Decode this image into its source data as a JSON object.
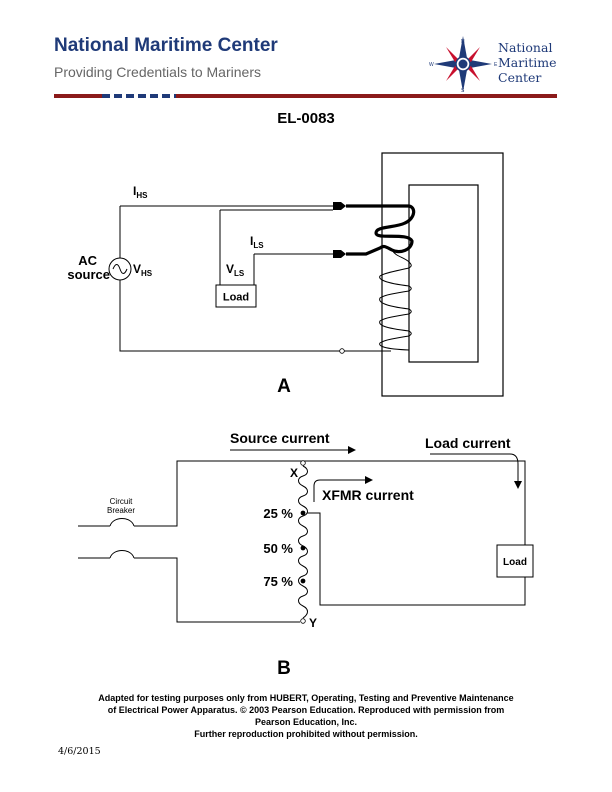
{
  "header": {
    "org_name": "National Maritime Center",
    "tagline": "Providing Credentials to Mariners",
    "logo_lines": [
      "National",
      "Maritime",
      "Center"
    ],
    "logo_icon": "compass-rose-seal-icon",
    "colors": {
      "brand_blue": "#1f3a78",
      "rule_red": "#8b1a1a",
      "logo_red": "#c8102e"
    }
  },
  "document": {
    "code": "EL-0083"
  },
  "diagram_a": {
    "caption": "A",
    "labels": {
      "ihs_main": "I",
      "ihs_sub": "HS",
      "ils_main": "I",
      "ils_sub": "LS",
      "ac_line1": "AC",
      "ac_line2": "source",
      "vhs_main": "V",
      "vhs_sub": "HS",
      "vls_main": "V",
      "vls_sub": "LS",
      "load": "Load"
    }
  },
  "diagram_b": {
    "caption": "B",
    "labels": {
      "source_current": "Source current",
      "load_current": "Load current",
      "xfmr_current": "XFMR current",
      "breaker_line1": "Circuit",
      "breaker_line2": "Breaker",
      "tap_x": "X",
      "tap_y": "Y",
      "tap_25": "25 %",
      "tap_50": "50 %",
      "tap_75": "75 %",
      "load": "Load"
    }
  },
  "footer": {
    "lines": [
      "Adapted for testing purposes only from HUBERT, Operating, Testing and Preventive Maintenance",
      "of Electrical Power Apparatus. © 2003 Pearson Education. Reproduced with permission from",
      "Pearson Education, Inc.",
      "Further reproduction prohibited without permission."
    ],
    "date": "4/6/2015"
  }
}
